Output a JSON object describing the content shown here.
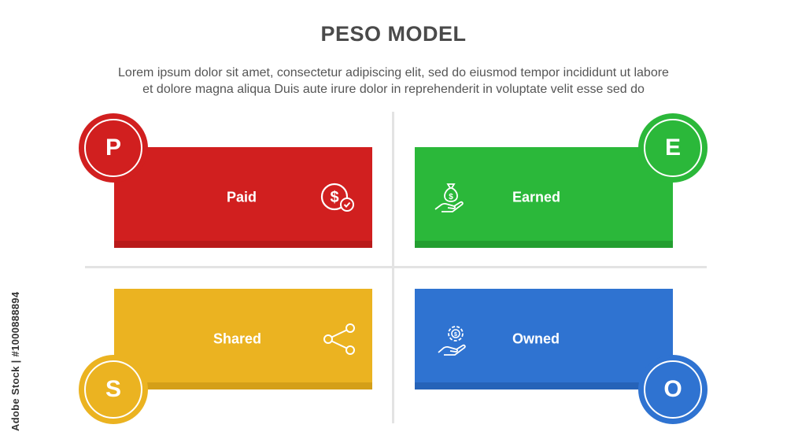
{
  "title": "PESO MODEL",
  "subtitle_line1": "Lorem ipsum dolor sit amet, consectetur adipiscing elit, sed do eiusmod tempor incididunt ut labore",
  "subtitle_line2": "et dolore magna aliqua Duis aute irure dolor in reprehenderit in voluptate velit esse sed do",
  "quadrants": {
    "paid": {
      "letter": "P",
      "label": "Paid",
      "icon": "dollar-check-icon",
      "color": "#d11f1f",
      "bar_color": "#b91a1a"
    },
    "earned": {
      "letter": "E",
      "label": "Earned",
      "icon": "money-bag-hand-icon",
      "color": "#2bb83a",
      "bar_color": "#239e30"
    },
    "shared": {
      "letter": "S",
      "label": "Shared",
      "icon": "share-icon",
      "color": "#ebb321",
      "bar_color": "#d49f18"
    },
    "owned": {
      "letter": "O",
      "label": "Owned",
      "icon": "gear-hand-icon",
      "color": "#2f73d1",
      "bar_color": "#2663b8"
    }
  },
  "watermark": "Adobe Stock | #1000888894"
}
